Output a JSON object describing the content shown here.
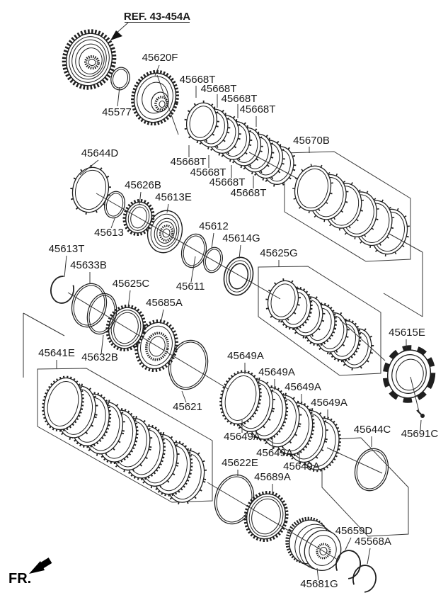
{
  "figure": {
    "kind": "exploded-parts-diagram",
    "reference_callout": "REF. 43-454A",
    "direction_marker": "FR.",
    "ink_color": "#1a1a1a",
    "background_color": "#ffffff"
  },
  "labels": [
    {
      "id": "ref-43-454A",
      "role": "reference",
      "text": "REF. 43-454A"
    },
    {
      "id": "p45620F",
      "role": "part-number",
      "text": "45620F"
    },
    {
      "id": "p45668T-1",
      "role": "part-number",
      "text": "45668T"
    },
    {
      "id": "p45668T-2",
      "role": "part-number",
      "text": "45668T"
    },
    {
      "id": "p45668T-3",
      "role": "part-number",
      "text": "45668T"
    },
    {
      "id": "p45668T-4",
      "role": "part-number",
      "text": "45668T"
    },
    {
      "id": "p45668T-5",
      "role": "part-number",
      "text": "45668T"
    },
    {
      "id": "p45668T-6",
      "role": "part-number",
      "text": "45668T"
    },
    {
      "id": "p45668T-7",
      "role": "part-number",
      "text": "45668T"
    },
    {
      "id": "p45668T-8",
      "role": "part-number",
      "text": "45668T"
    },
    {
      "id": "p45670B",
      "role": "part-number",
      "text": "45670B"
    },
    {
      "id": "p45577",
      "role": "part-number",
      "text": "45577"
    },
    {
      "id": "p45644D",
      "role": "part-number",
      "text": "45644D"
    },
    {
      "id": "p45626B",
      "role": "part-number",
      "text": "45626B"
    },
    {
      "id": "p45613E",
      "role": "part-number",
      "text": "45613E"
    },
    {
      "id": "p45613",
      "role": "part-number",
      "text": "45613"
    },
    {
      "id": "p45612",
      "role": "part-number",
      "text": "45612"
    },
    {
      "id": "p45614G",
      "role": "part-number",
      "text": "45614G"
    },
    {
      "id": "p45611",
      "role": "part-number",
      "text": "45611"
    },
    {
      "id": "p45625G",
      "role": "part-number",
      "text": "45625G"
    },
    {
      "id": "p45613T",
      "role": "part-number",
      "text": "45613T"
    },
    {
      "id": "p45633B",
      "role": "part-number",
      "text": "45633B"
    },
    {
      "id": "p45625C",
      "role": "part-number",
      "text": "45625C"
    },
    {
      "id": "p45685A",
      "role": "part-number",
      "text": "45685A"
    },
    {
      "id": "p45641E",
      "role": "part-number",
      "text": "45641E"
    },
    {
      "id": "p45632B",
      "role": "part-number",
      "text": "45632B"
    },
    {
      "id": "p45621",
      "role": "part-number",
      "text": "45621"
    },
    {
      "id": "p45649A-1",
      "role": "part-number",
      "text": "45649A"
    },
    {
      "id": "p45649A-2",
      "role": "part-number",
      "text": "45649A"
    },
    {
      "id": "p45649A-3",
      "role": "part-number",
      "text": "45649A"
    },
    {
      "id": "p45649A-4",
      "role": "part-number",
      "text": "45649A"
    },
    {
      "id": "p45649A-5",
      "role": "part-number",
      "text": "45649A"
    },
    {
      "id": "p45649A-6",
      "role": "part-number",
      "text": "45649A"
    },
    {
      "id": "p45649A-7",
      "role": "part-number",
      "text": "45649A"
    },
    {
      "id": "p45622E",
      "role": "part-number",
      "text": "45622E"
    },
    {
      "id": "p45689A",
      "role": "part-number",
      "text": "45689A"
    },
    {
      "id": "p45615E",
      "role": "part-number",
      "text": "45615E"
    },
    {
      "id": "p45691C",
      "role": "part-number",
      "text": "45691C"
    },
    {
      "id": "p45644C",
      "role": "part-number",
      "text": "45644C"
    },
    {
      "id": "p45659D",
      "role": "part-number",
      "text": "45659D"
    },
    {
      "id": "p45568A",
      "role": "part-number",
      "text": "45568A"
    },
    {
      "id": "p45681G",
      "role": "part-number",
      "text": "45681G"
    },
    {
      "id": "fr",
      "role": "direction-marker",
      "text": "FR."
    }
  ]
}
